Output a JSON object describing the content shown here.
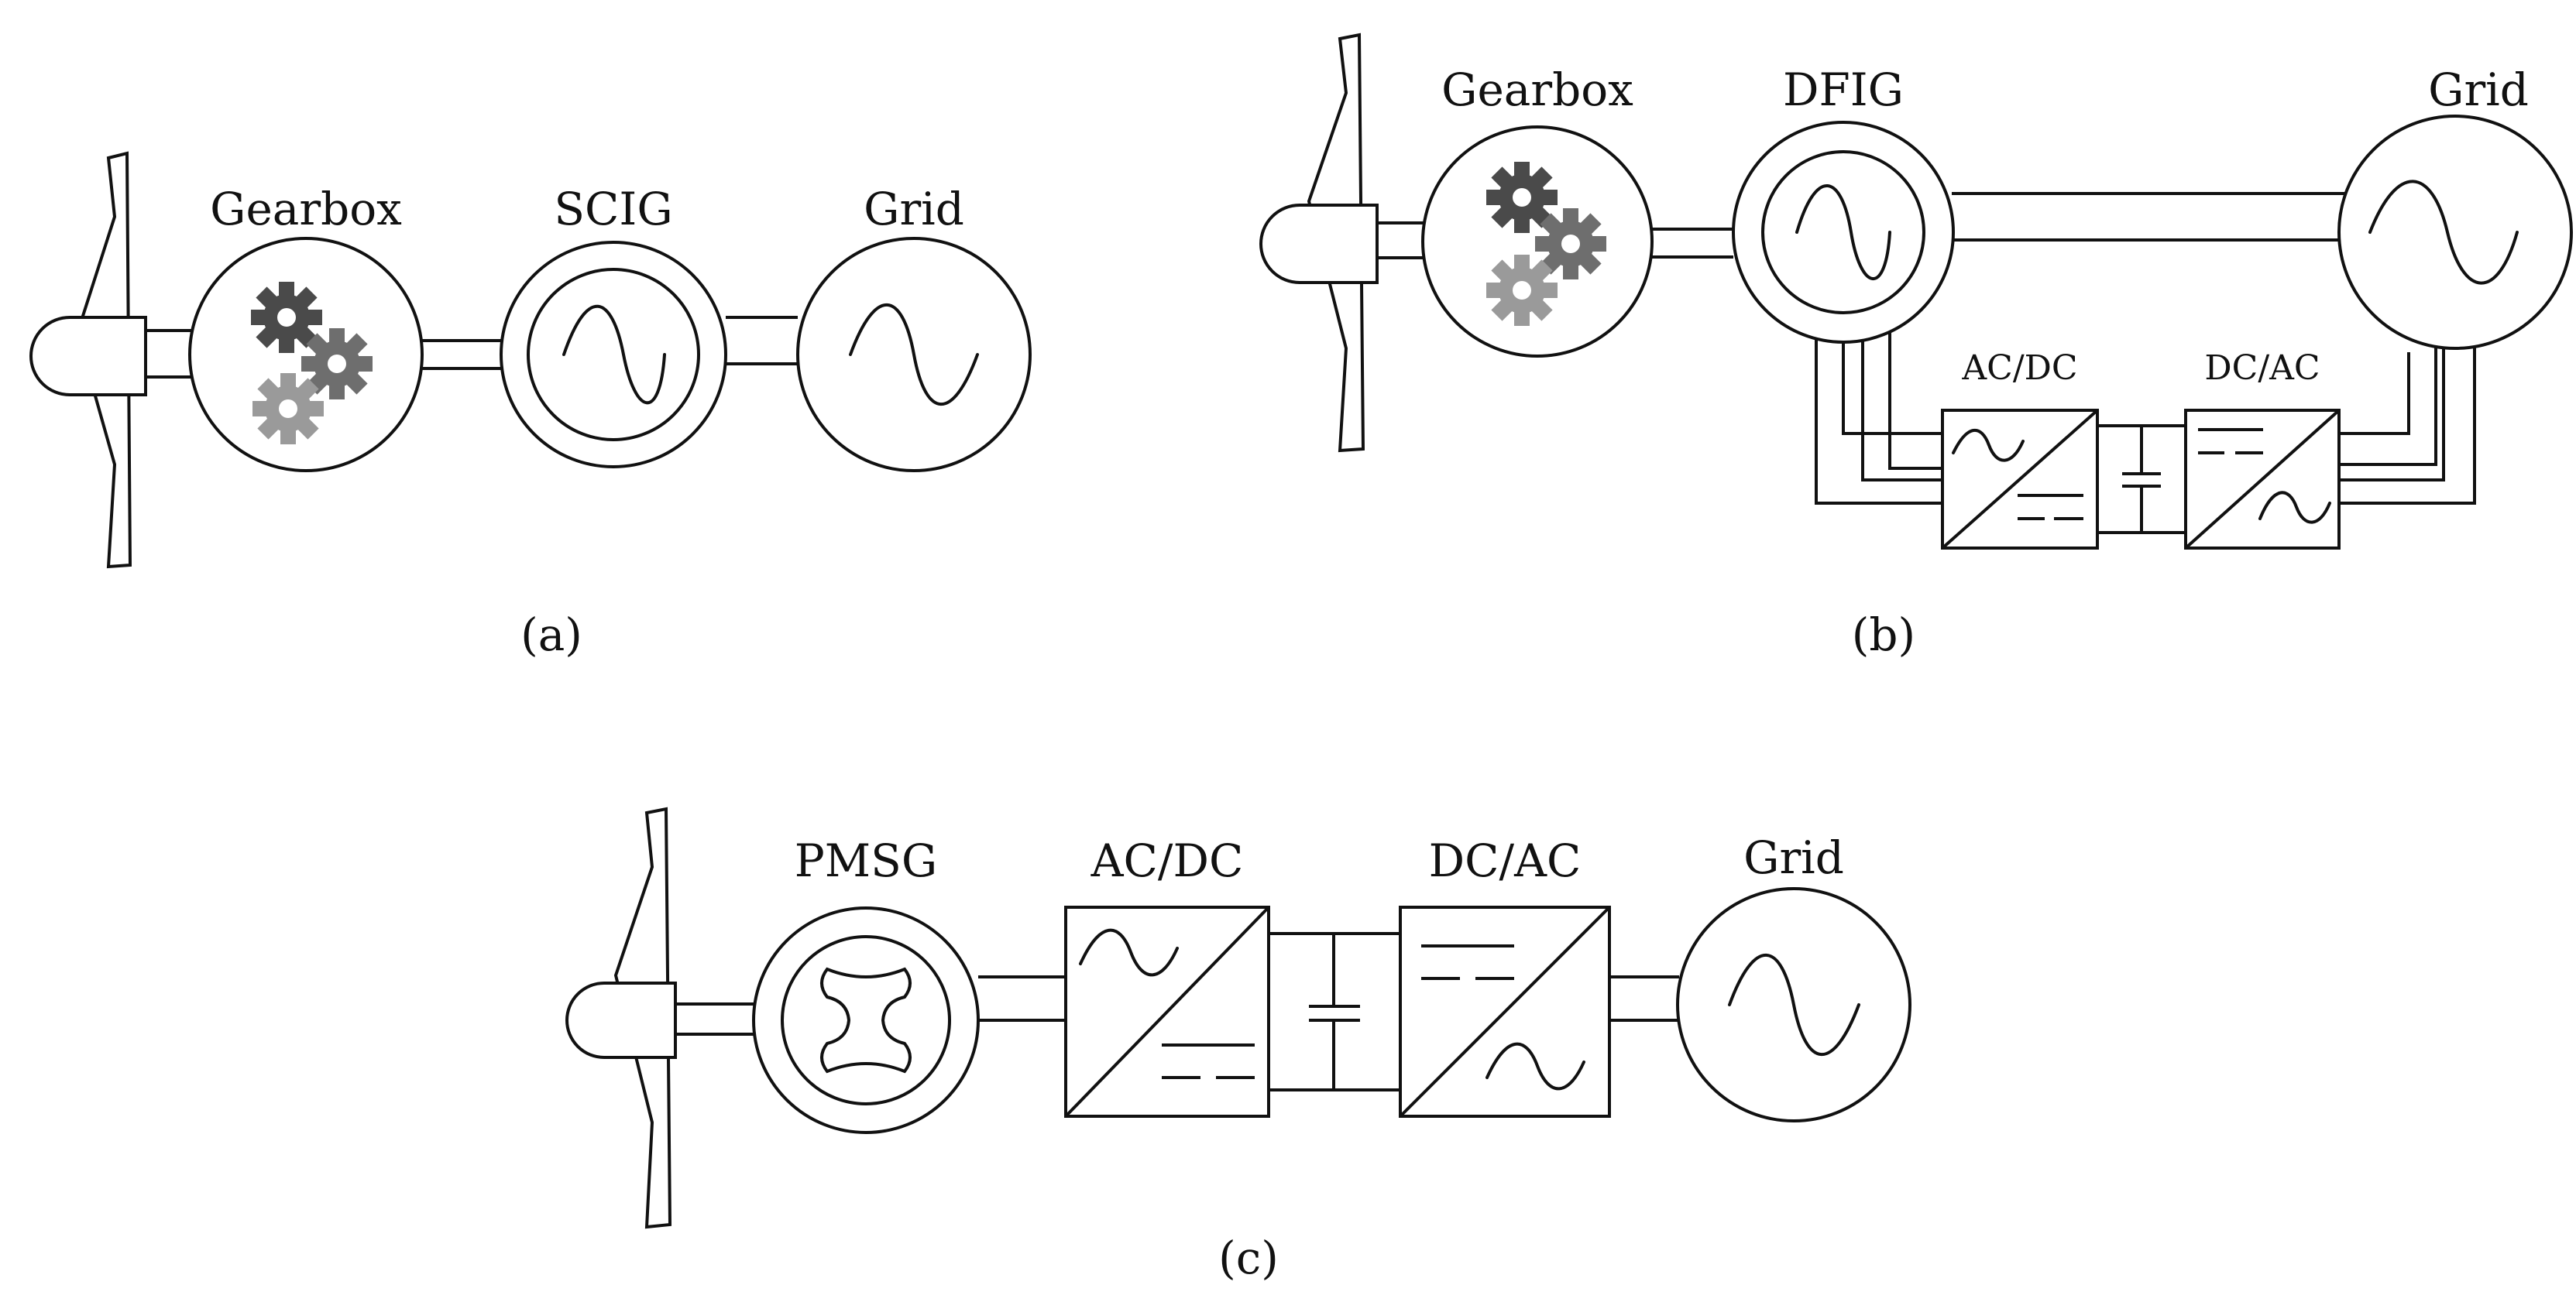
{
  "panels": {
    "a": {
      "caption": "(a)",
      "gearbox": "Gearbox",
      "generator": "SCIG",
      "grid": "Grid"
    },
    "b": {
      "caption": "(b)",
      "gearbox": "Gearbox",
      "generator": "DFIG",
      "grid": "Grid",
      "rectifier": "AC/DC",
      "inverter": "DC/AC"
    },
    "c": {
      "caption": "(c)",
      "generator": "PMSG",
      "rectifier": "AC/DC",
      "inverter": "DC/AC",
      "grid": "Grid"
    }
  },
  "colors": {
    "stroke": "#111111",
    "gear_dark": "#4a4a4a",
    "gear_mid": "#6e6e6e",
    "gear_light": "#9a9a9a"
  }
}
